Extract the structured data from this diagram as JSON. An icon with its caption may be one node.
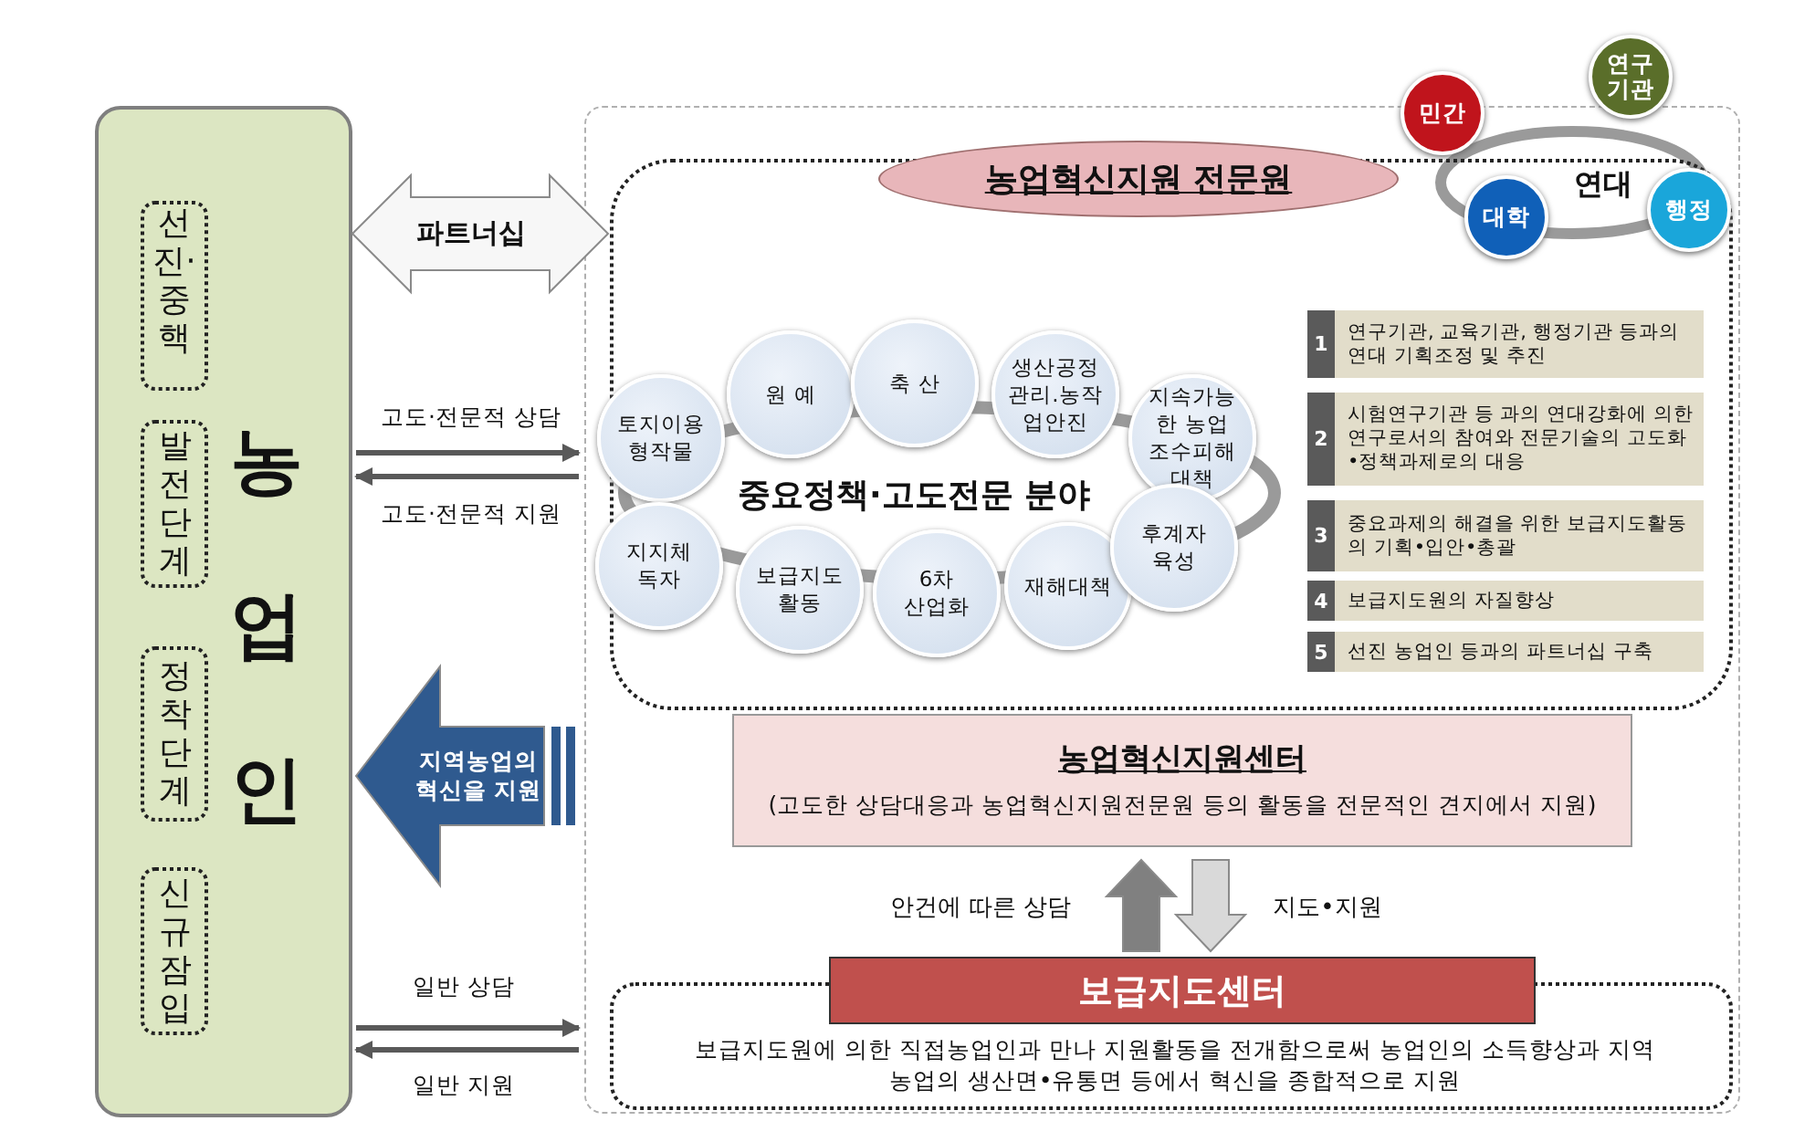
{
  "diagram": {
    "nodes": [
      {
        "text": [
          "농업인"
        ]
      },
      {
        "text": [
          "선진·중핵"
        ],
        "in": 0
      },
      {
        "text": [
          "발전단계"
        ],
        "in": 0
      },
      {
        "text": [
          "정착단계"
        ],
        "in": 0
      },
      {
        "text": [
          "신규잠입"
        ],
        "in": 0
      },
      {
        "text": [],
        "shape": "box"
      },
      {
        "text": [
          "농업혁신지원 전문원"
        ],
        "in": 5
      },
      {
        "text": [
          "중요정책·고도전문 분야"
        ],
        "in": 6
      },
      {
        "text": [
          "토지이용 형작물"
        ],
        "in": 6
      },
      {
        "text": [
          "원 예"
        ],
        "in": 6
      },
      {
        "text": [
          "축 산"
        ],
        "in": 6
      },
      {
        "text": [
          "생산공정 관리.농작 업안진"
        ],
        "in": 6
      },
      {
        "text": [
          "지속가능 한 농업 조수피해 대책"
        ],
        "in": 6
      },
      {
        "text": [
          "지지체 독자"
        ],
        "in": 6
      },
      {
        "text": [
          "보급지도 활동"
        ],
        "in": 6
      },
      {
        "text": [
          "6차 산업화"
        ],
        "in": 6
      },
      {
        "text": [
          "재해대책"
        ],
        "in": 6
      },
      {
        "text": [
          "후계자 육성"
        ],
        "in": 6
      },
      {
        "text": [
          "연대"
        ],
        "in": 6
      },
      {
        "text": [
          "민간"
        ]
      },
      {
        "text": [
          "연구 기관"
        ]
      },
      {
        "text": [
          "대학"
        ],
        "in": 6
      },
      {
        "text": [
          "행정"
        ],
        "in": 6
      },
      {
        "text": [
          "1",
          "연구기관, 교육기관, 행정기관 등과의 연대 기획조정 및 추진"
        ],
        "in": 6
      },
      {
        "text": [
          "2",
          "시험연구기관 등 과의 연대강화에 의한 연구로서의 참여와 전문기술의 고도화•정책과제로의 대응"
        ],
        "in": 6
      },
      {
        "text": [
          "3",
          "중요과제의 해결을 위한 보급지도활동의 기획•입안•총괄"
        ],
        "in": 6
      },
      {
        "text": [
          "4",
          "보급지도원의 자질향상"
        ],
        "in": 6
      },
      {
        "text": [
          "5",
          "선진 농업인 등과의 파트너십 구축"
        ],
        "in": 6
      },
      {
        "text": [
          "농업혁신지원센터",
          "(고도한 상담대응과 농업혁신지원전문원 등의 활동을 전문적인 견지에서 지원)"
        ],
        "in": 5
      },
      {
        "text": [
          "보급지도센터",
          "보급지도원에 의한 직접농업인과 만나 지원활동을 전개함으로써 농업인의 소득향상과 지역농업의 생산면•유통면 등에서 혁신을 종합적으로 지원"
        ],
        "in": 5
      }
    ],
    "edges": [
      {
        "from": 0,
        "to": 6,
        "arrow": "both",
        "label": "파트너십",
        "style": "thick",
        "color": "#f7f7f7"
      },
      {
        "from": 0,
        "to": 5,
        "arrow": "to",
        "label": "고도·전문적 상담"
      },
      {
        "from": 5,
        "to": 0,
        "arrow": "to",
        "label": "고도·전문적 지원"
      },
      {
        "from": 5,
        "to": 0,
        "arrow": "to",
        "label": "지역농업의 혁신을 지원",
        "style": "thick",
        "color": "#2f5a8f"
      },
      {
        "from": 29,
        "to": 28,
        "arrow": "to",
        "label": "안건에 따른 상담",
        "style": "thick",
        "color": "#808080"
      },
      {
        "from": 28,
        "to": 29,
        "arrow": "to",
        "label": "지도•지원",
        "style": "thick",
        "color": "#d9d9d9"
      },
      {
        "from": 0,
        "to": 5,
        "arrow": "to",
        "label": "일반 상담"
      },
      {
        "from": 5,
        "to": 0,
        "arrow": "to",
        "label": "일반 지원"
      }
    ]
  }
}
